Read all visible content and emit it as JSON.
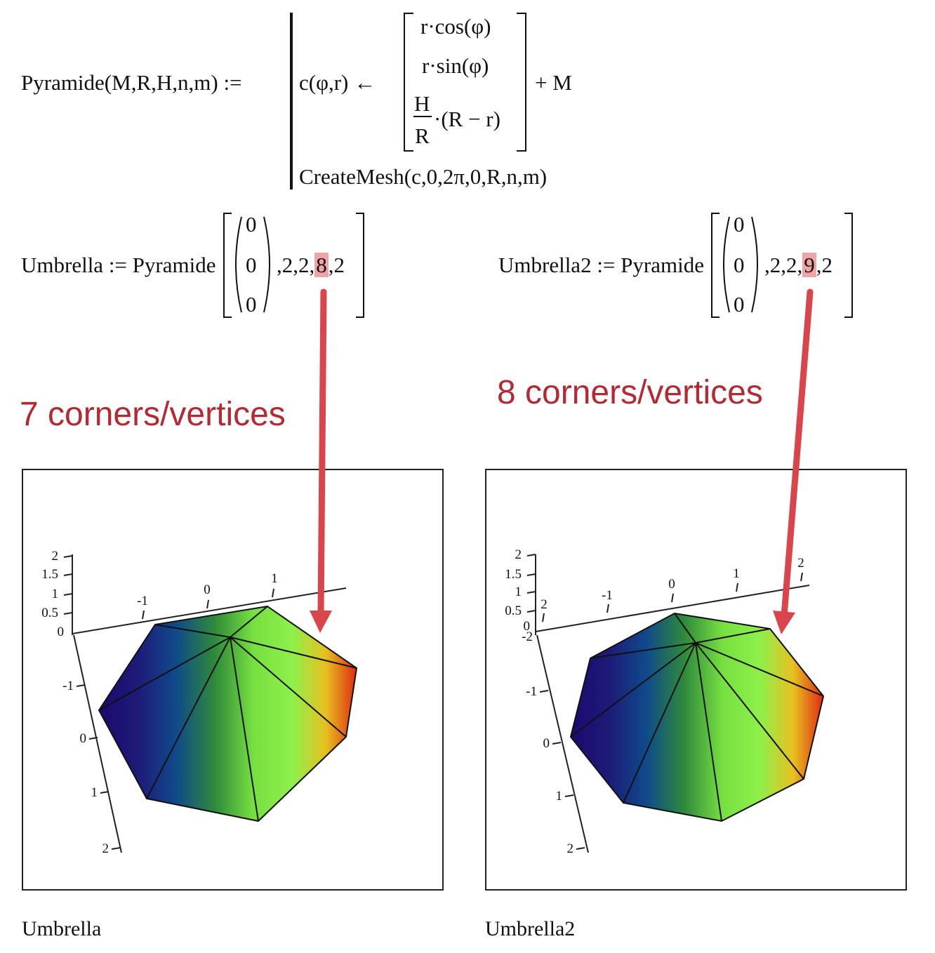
{
  "definition": {
    "lhs": "Pyramide(M,R,H,n,m) :=",
    "assign_lhs": "c(φ,r) ←",
    "row1": "r·cos(φ)",
    "row2": "r·sin(φ)",
    "row3_num": "H",
    "row3_den": "R",
    "row3_rest": "·(R − r)",
    "plus": "+ M",
    "mesh_call": "CreateMesh(c,0,2π,0,R,n,m)"
  },
  "umbrella1": {
    "lhs": "Umbrella := Pyramide",
    "vec": [
      "0",
      "0",
      "0"
    ],
    "args_pre": ",2,2,",
    "n_value": "8",
    "args_post": ",2",
    "annotation": "7 corners/vertices",
    "caption": "Umbrella",
    "axis_ticks_top": [
      "-1",
      "0",
      "1"
    ],
    "axis_ticks_left": [
      "2",
      "1.5",
      "1",
      "0.5",
      "0"
    ],
    "axis_ticks_side": [
      "-1",
      "0",
      "1",
      "2"
    ]
  },
  "umbrella2": {
    "lhs": "Umbrella2 := Pyramide",
    "vec": [
      "0",
      "0",
      "0"
    ],
    "args_pre": ",2,2,",
    "n_value": "9",
    "args_post": ",2",
    "annotation": "8 corners/vertices",
    "caption": "Umbrella2",
    "axis_ticks_top": [
      "-1",
      "0",
      "1",
      "2"
    ],
    "axis_ticks_left": [
      "2",
      "1.5",
      "1",
      "0.5",
      "0"
    ],
    "axis_ticks_side": [
      "-2",
      "-1",
      "0",
      "1",
      "2"
    ],
    "axis_tick_corner": "2"
  },
  "colors": {
    "annotation_red": "#b52a32",
    "arrow_red": "#d9454a",
    "highlight": "#f0a4a8"
  }
}
